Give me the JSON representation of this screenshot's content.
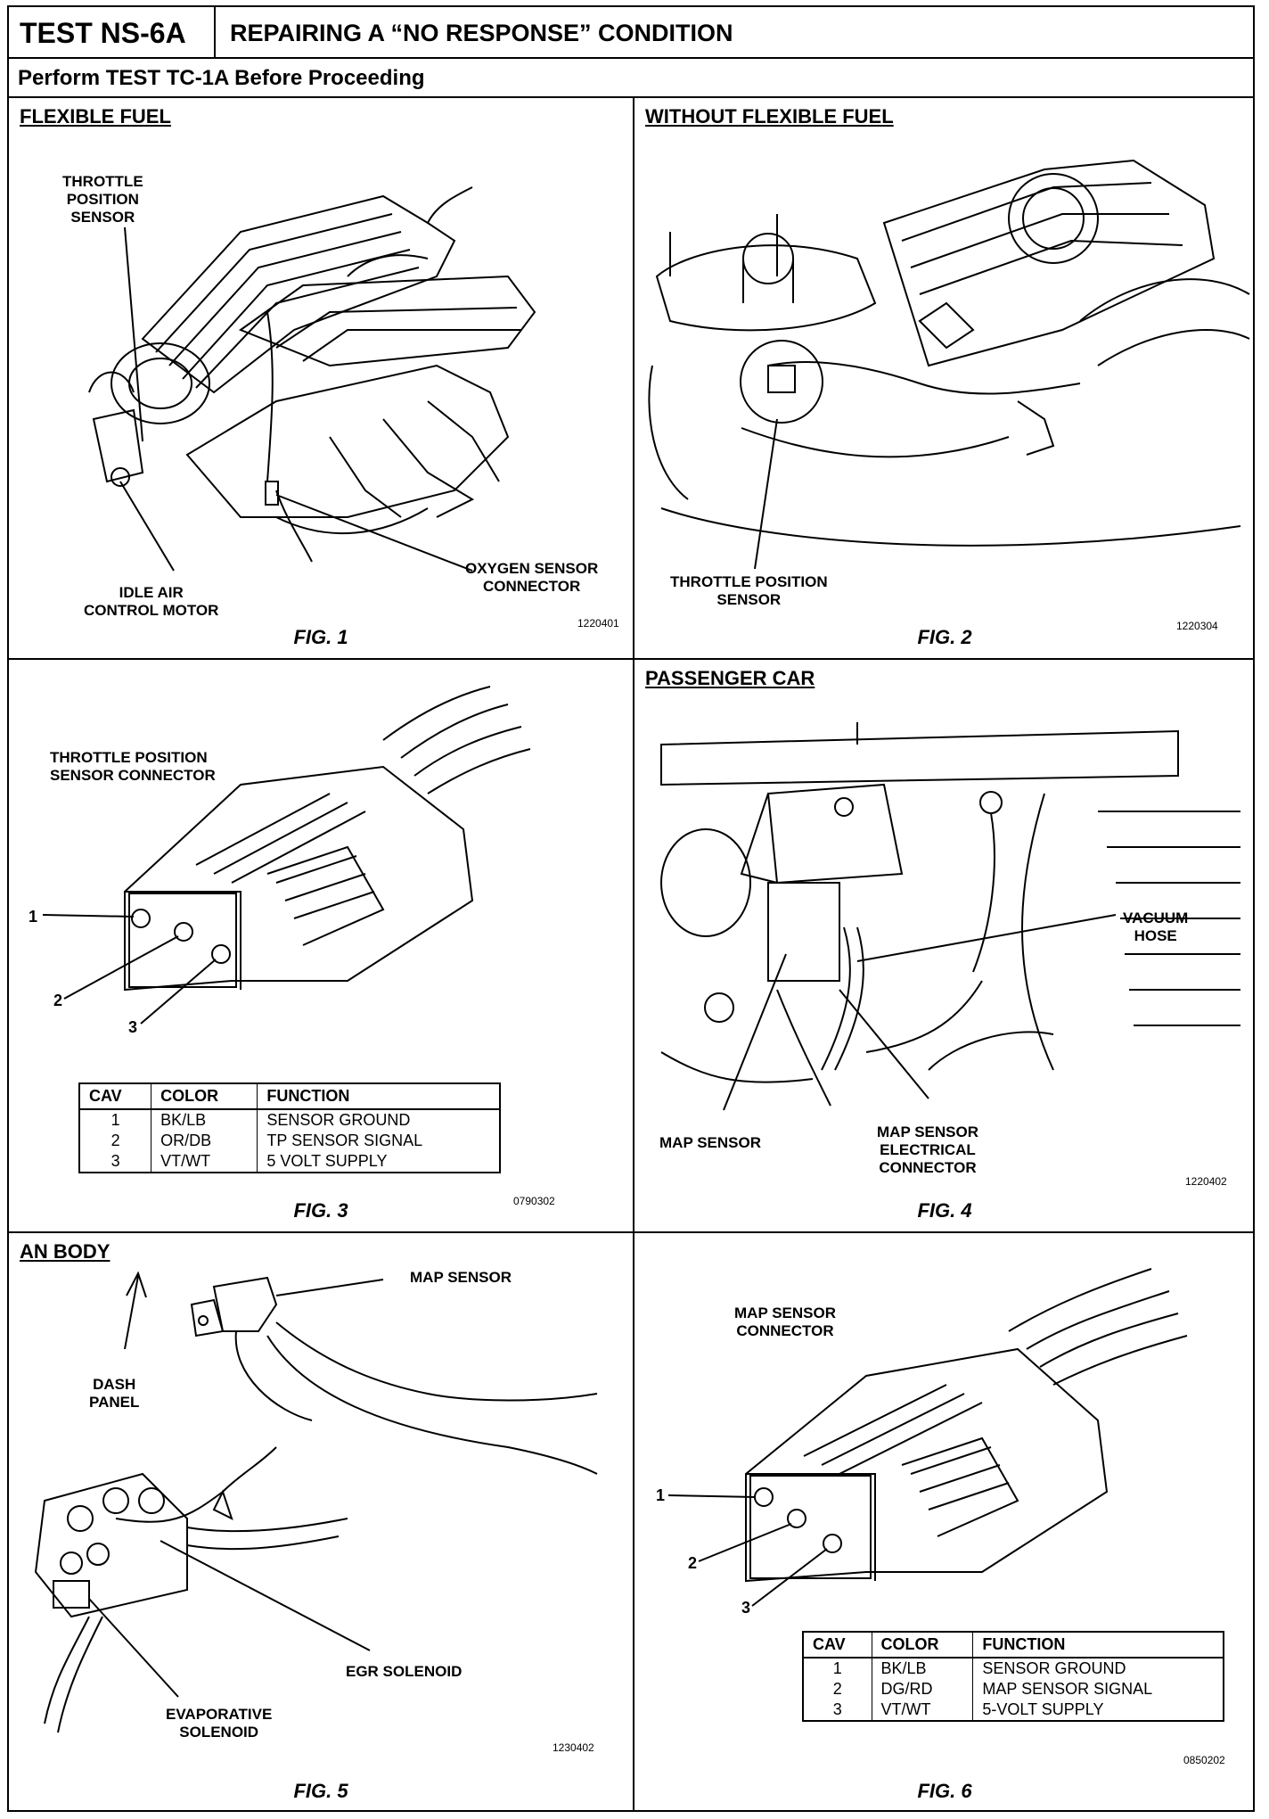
{
  "header": {
    "test_id": "TEST NS-6A",
    "title": "REPAIRING A “NO RESPONSE” CONDITION",
    "subtitle": "Perform TEST TC-1A Before Proceeding"
  },
  "fig1": {
    "section": "FLEXIBLE FUEL",
    "label_tps": "THROTTLE\nPOSITION\nSENSOR",
    "label_iac": "IDLE AIR\nCONTROL MOTOR",
    "label_o2": "OXYGEN SENSOR\nCONNECTOR",
    "code": "1220401",
    "caption": "FIG. 1"
  },
  "fig2": {
    "section": "WITHOUT FLEXIBLE FUEL",
    "label_tps": "THROTTLE POSITION\nSENSOR",
    "code": "1220304",
    "caption": "FIG. 2"
  },
  "fig3": {
    "label_connector": "THROTTLE POSITION\nSENSOR CONNECTOR",
    "pins": [
      "1",
      "2",
      "3"
    ],
    "table": {
      "headers": [
        "CAV",
        "COLOR",
        "FUNCTION"
      ],
      "rows": [
        [
          "1",
          "BK/LB",
          "SENSOR GROUND"
        ],
        [
          "2",
          "OR/DB",
          "TP SENSOR SIGNAL"
        ],
        [
          "3",
          "VT/WT",
          "5 VOLT SUPPLY"
        ]
      ]
    },
    "code": "0790302",
    "caption": "FIG. 3"
  },
  "fig4": {
    "section": "PASSENGER CAR",
    "label_vacuum": "VACUUM\nHOSE",
    "label_map": "MAP SENSOR",
    "label_map_conn": "MAP SENSOR\nELECTRICAL\nCONNECTOR",
    "code": "1220402",
    "caption": "FIG. 4"
  },
  "fig5": {
    "section": "AN BODY",
    "label_map": "MAP SENSOR",
    "label_dash": "DASH\nPANEL",
    "label_egr": "EGR SOLENOID",
    "label_evap": "EVAPORATIVE\nSOLENOID",
    "code": "1230402",
    "caption": "FIG. 5"
  },
  "fig6": {
    "label_connector": "MAP SENSOR\nCONNECTOR",
    "pins": [
      "1",
      "2",
      "3"
    ],
    "table": {
      "headers": [
        "CAV",
        "COLOR",
        "FUNCTION"
      ],
      "rows": [
        [
          "1",
          "BK/LB",
          "SENSOR GROUND"
        ],
        [
          "2",
          "DG/RD",
          "MAP SENSOR SIGNAL"
        ],
        [
          "3",
          "VT/WT",
          "5-VOLT SUPPLY"
        ]
      ]
    },
    "code": "0850202",
    "caption": "FIG. 6"
  }
}
